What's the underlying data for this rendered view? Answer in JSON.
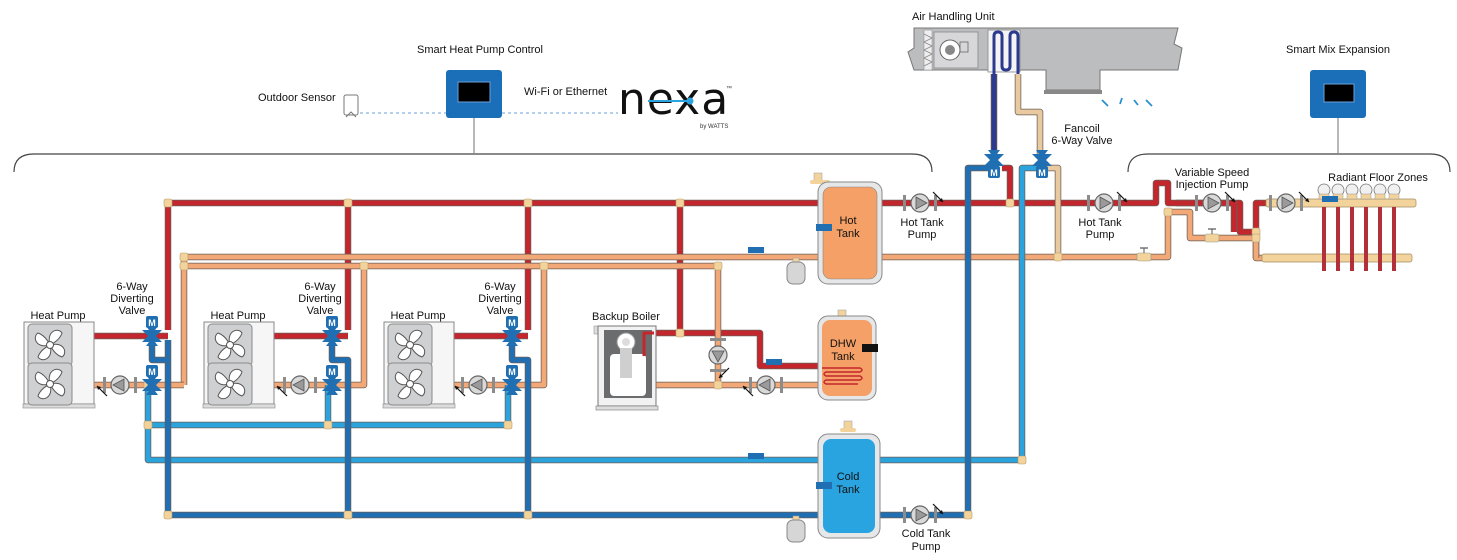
{
  "colors": {
    "hot": "#c4262e",
    "warm_return": "#f2a877",
    "cold_supply": "#1f6fb2",
    "cold_return": "#2ba3dd",
    "aircoil_supply": "#2b3a8f",
    "aircoil_return": "#e8c9a0",
    "control_blue": "#1a6fb8",
    "hot_tank": "#f4a066",
    "cold_tank": "#2aa4e0",
    "fitting": "#f3d39c",
    "nexa_accent": "#2aa4e0"
  },
  "controls": {
    "smart_heat_pump_control": "Smart Heat Pump Control",
    "outdoor_sensor": "Outdoor Sensor",
    "wifi_ethernet": "Wi-Fi or Ethernet",
    "nexa_logo": "nexa",
    "nexa_tm": "™",
    "nexa_by": "by WATTS",
    "smart_mix_expansion": "Smart Mix Expansion"
  },
  "air_handling": {
    "title": "Air Handling Unit",
    "fancoil_valve_line1": "Fancoil",
    "fancoil_valve_line2": "6-Way Valve"
  },
  "heat_pumps": [
    {
      "label": "Heat Pump",
      "valve_line1": "6-Way",
      "valve_line2": "Diverting",
      "valve_line3": "Valve"
    },
    {
      "label": "Heat Pump",
      "valve_line1": "6-Way",
      "valve_line2": "Diverting",
      "valve_line3": "Valve"
    },
    {
      "label": "Heat Pump",
      "valve_line1": "6-Way",
      "valve_line2": "Diverting",
      "valve_line3": "Valve"
    }
  ],
  "valve_motor_glyph": "M",
  "boiler": {
    "label": "Backup Boiler"
  },
  "tanks": {
    "hot": {
      "line1": "Hot",
      "line2": "Tank"
    },
    "dhw": {
      "line1": "DHW",
      "line2": "Tank"
    },
    "cold": {
      "line1": "Cold",
      "line2": "Tank"
    }
  },
  "pumps": {
    "hot_tank_pump_1": {
      "line1": "Hot Tank",
      "line2": "Pump"
    },
    "hot_tank_pump_2": {
      "line1": "Hot Tank",
      "line2": "Pump"
    },
    "cold_tank_pump": {
      "line1": "Cold Tank",
      "line2": "Pump"
    },
    "injection_pump": {
      "line1": "Variable Speed",
      "line2": "Injection Pump"
    }
  },
  "radiant": {
    "label": "Radiant Floor Zones",
    "zone_count": 6
  }
}
